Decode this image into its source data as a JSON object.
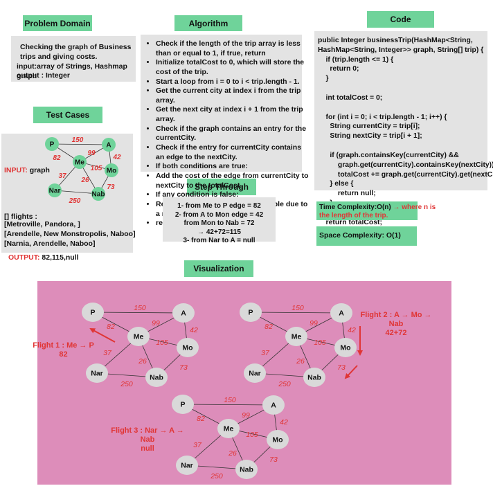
{
  "headers": {
    "problem_domain": "Problem Domain",
    "algorithm": "Algorithm",
    "code": "Code",
    "test_cases": "Test Cases",
    "step_through": "Step Through",
    "visualization": "Visualization"
  },
  "problem": {
    "description": "Checking the graph of Business trips and giving costs.",
    "input": "input:array of Strings, Hashmap graph",
    "output": "output : Integer"
  },
  "algorithm_steps": [
    "Check if the length of the trip array is less than or equal to 1, if true, return",
    "Initialize totalCost to 0, which will store the cost of the trip.",
    "Start a loop from i = 0 to i < trip.length - 1.",
    "Get the current city at index i from the trip array.",
    "Get the next city  at index i + 1 from the trip array.",
    "Check if the graph contains an entry for the currentCity.",
    "Check if the entry for currentCity contains an edge to the nextCity.",
    "If both conditions are true:",
    "Add the cost of the edge from currentCity to nextCity to the totalCost.",
    "If any condition is false:",
    "Return null as the trip is not possible due to a missing connection.",
    "return the calculated totalCost."
  ],
  "code_lines": [
    "public Integer businessTrip(HashMap<String,",
    "HashMap<String, Integer>> graph, String[] trip) {",
    "    if (trip.length <= 1) {",
    "      return 0;",
    "    }",
    "",
    "    int totalCost = 0;",
    "",
    "    for (int i = 0; i < trip.length - 1; i++) {",
    "      String currentCity = trip[i];",
    "      String nextCity = trip[i + 1];",
    "",
    "      if (graph.containsKey(currentCity) &&",
    "          graph.get(currentCity).containsKey(nextCity)) {",
    "          totalCost += graph.get(currentCity).get(nextCity);",
    "      } else {",
    "          return null;",
    "      }",
    "    }",
    "    return totalCost;",
    "  }"
  ],
  "complexity": {
    "time_label": "Time Complexity:O(n)",
    "time_arrow": "→",
    "time_note": " where n is the length of the trip.",
    "space": "Space Complexity:  O(1)"
  },
  "test_cases": {
    "input_label": "INPUT:",
    "input_value": " graph",
    "flights_title": "[] flights :",
    "flights": [
      "[Metroville, Pandora, ]",
      "[Arendelle, New Monstropolis, Naboo]",
      "[Narnia, Arendelle, Naboo]"
    ],
    "output_label": "OUTPUT:",
    "output_value": "  82,115,null"
  },
  "step_through": [
    "1- from Me to P edge = 82",
    "2- from A to Mon edge = 42",
    "from Mon to Nab = 72",
    "→ 42+72=115",
    "3- from Nar to A = null"
  ],
  "graph": {
    "nodes": [
      "P",
      "A",
      "Me",
      "Mo",
      "Nar",
      "Nab"
    ],
    "edges": [
      {
        "from": "P",
        "to": "A",
        "weight": "150"
      },
      {
        "from": "P",
        "to": "Me",
        "weight": "82"
      },
      {
        "from": "A",
        "to": "Me",
        "weight": "99"
      },
      {
        "from": "A",
        "to": "Mo",
        "weight": "42"
      },
      {
        "from": "Me",
        "to": "Mo",
        "weight": "105"
      },
      {
        "from": "Me",
        "to": "Nar",
        "weight": "37"
      },
      {
        "from": "Me",
        "to": "Nab",
        "weight": "26"
      },
      {
        "from": "Mo",
        "to": "Nab",
        "weight": "73"
      },
      {
        "from": "Nar",
        "to": "Nab",
        "weight": "250"
      }
    ]
  },
  "flight_annotations": [
    {
      "line1": "Flight 1 : Me → P",
      "line2": "82"
    },
    {
      "line1": "Flight 2 : A → Mo → Nab",
      "line2": "42+72"
    },
    {
      "line1": "Flight 3 : Nar → A → Nab",
      "line2": "null"
    }
  ],
  "colors": {
    "green": "#6fd39a",
    "card": "#e3e3e3",
    "viz_bg": "#dd8dba",
    "red": "#e03535",
    "node_gray": "#d9d9d9"
  }
}
